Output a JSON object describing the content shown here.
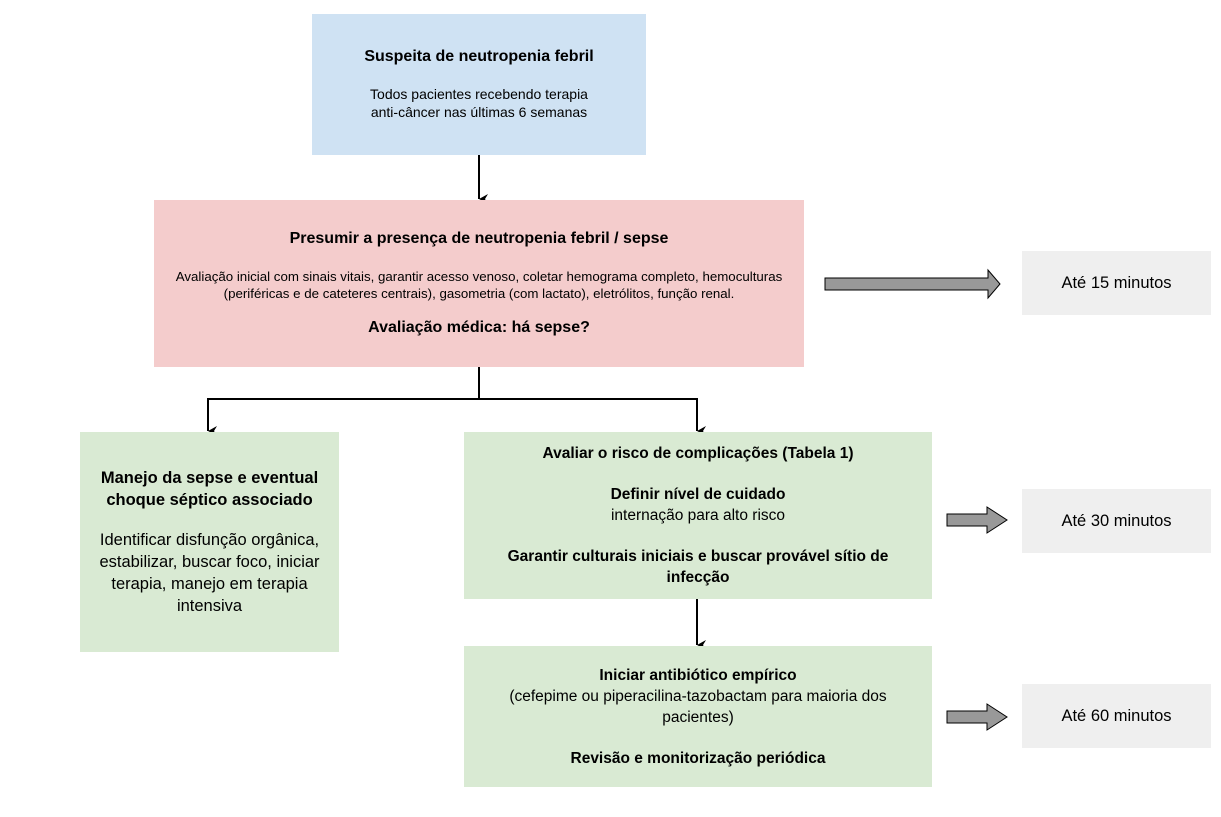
{
  "diagram": {
    "start": {
      "title": "Suspeita de neutropenia febril",
      "text_lines": [
        "Todos pacientes recebendo terapia",
        "anti-câncer nas últimas 6 semanas"
      ]
    },
    "presume": {
      "title": "Presumir a presença de neutropenia febril / sepse",
      "text": "Avaliação inicial com sinais vitais, garantir acesso venoso, coletar hemograma completo, hemoculturas (periféricas e de cateteres centrais), gasometria (com lactato), eletrólitos, função renal.",
      "question": "Avaliação médica: há sepse?"
    },
    "sepsis": {
      "title": "Manejo da sepse e eventual choque séptico associado",
      "text": "Identificar disfunção orgânica, estabilizar, buscar foco, iniciar terapia, manejo em terapia intensiva"
    },
    "risk": {
      "title": "Avaliar o risco de complicações (Tabela 1)",
      "care_level_title": "Definir nível de cuidado",
      "care_level_text": "internação para alto risco",
      "cultures": "Garantir culturais iniciais e buscar provável sítio de infecção"
    },
    "antibiotic": {
      "title": "Iniciar antibiótico empírico",
      "text": "(cefepime ou piperacilina-tazobactam para maioria dos pacientes)",
      "review": "Revisão e monitorização periódica"
    },
    "timings": {
      "t15": "Até 15 minutos",
      "t30": "Até 30 minutos",
      "t60": "Até 60 minutos"
    },
    "colors": {
      "start": "#cfe2f3",
      "presume": "#f4cccc",
      "action": "#d9ead3",
      "timing": "#efefef",
      "block_arrow": "#999999"
    }
  }
}
